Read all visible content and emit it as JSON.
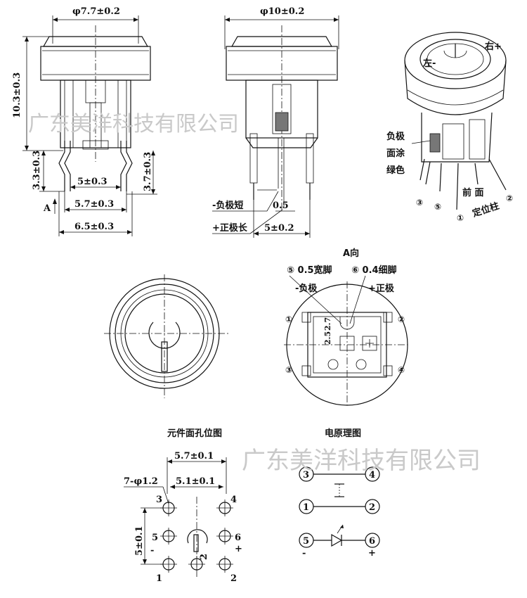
{
  "dimensions": {
    "top_width_front": "φ7.7±0.2",
    "top_width_side": "φ10±0.2",
    "height": "10.3±0.3",
    "pin_left": "3.3±0.3",
    "pin_right": "3.7±0.3",
    "span_inner": "5±0.3",
    "span_mid": "5.7±0.3",
    "span_outer": "6.5±0.3",
    "pitch_side": "5±0.2",
    "lead_width": "0.5",
    "view_arrow": "A"
  },
  "side_labels": {
    "neg_short": "-负极短",
    "pos_long": "+正极长"
  },
  "iso_labels": {
    "left": "左-",
    "right": "右+",
    "neg_face_line1": "负极",
    "neg_face_line2": "面涂",
    "neg_face_line3": "绿色",
    "front_line1": "前 面",
    "front_line2": "定位柱"
  },
  "bottom_view": {
    "title": "A向",
    "pin5": "⑤ 0.5宽脚",
    "pin6": "⑥ 0.4细脚",
    "neg": "-负极",
    "pos": "+正极",
    "dim_27": "2.7",
    "dim_25": "2.5"
  },
  "pcb": {
    "title": "元件面孔位图",
    "d1": "5.7±0.1",
    "d2": "5.1±0.1",
    "hole": "7-φ1.2",
    "d3": "5±0.1",
    "d4": "2"
  },
  "schematic": {
    "title": "电原理图"
  },
  "pin_numbers": [
    "1",
    "2",
    "3",
    "4",
    "5",
    "6"
  ],
  "circled": [
    "①",
    "②",
    "③",
    "④",
    "⑤",
    "⑥"
  ],
  "polarity": {
    "minus": "-",
    "plus": "+"
  },
  "watermark": "广东美洋科技有限公司"
}
